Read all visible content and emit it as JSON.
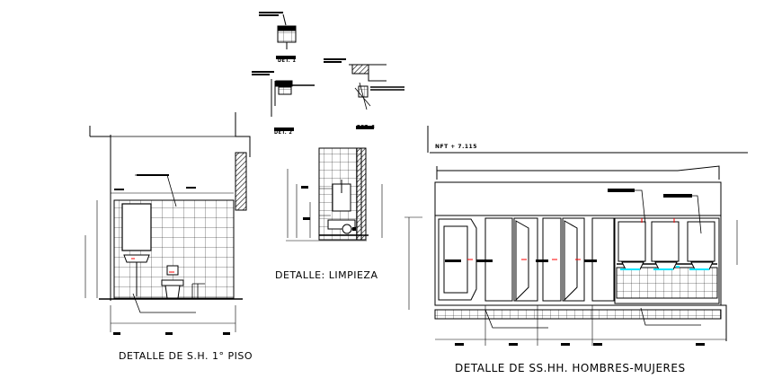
{
  "drawing": {
    "background": "#ffffff",
    "line_color": "#000000",
    "accent_color": "#ff0000",
    "highlight_color": "#00e5ff",
    "titles": {
      "sh_primer_piso": "DETALLE DE S.H. 1° PISO",
      "limpieza": "DETALLE: LIMPIEZA",
      "ss_hh": "DETALLE DE SS.HH. HOMBRES-MUJERES"
    },
    "details": {
      "det1": "DET. 1",
      "det2": "DET. 2",
      "det3": "DET. 3"
    },
    "level": "NFT + 7.115"
  }
}
